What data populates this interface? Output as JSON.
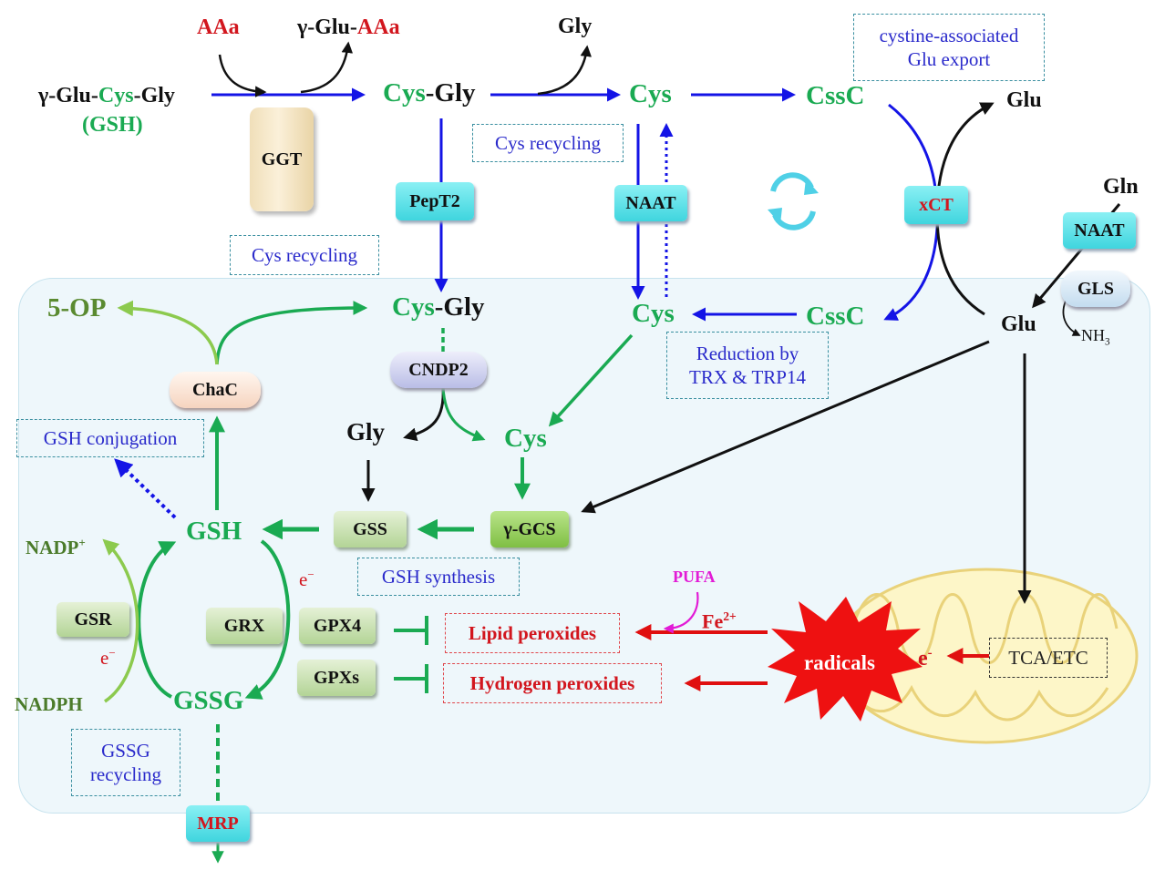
{
  "extracellular": {
    "aaa": "AAa",
    "gamma_glu_prefix": "γ-Glu-",
    "gamma_glu_aaa_suffix": "AAa",
    "gsh_formula": {
      "p1": "γ-Glu-",
      "p2": "Cys",
      "p3": "-Gly"
    },
    "gsh_label": "(GSH)",
    "gly_top": "Gly",
    "cysgly": {
      "cys": "Cys",
      "gly": "-Gly"
    },
    "cys": "Cys",
    "cssc": "CssC",
    "glu": "Glu",
    "gln": "Gln"
  },
  "intracellular": {
    "five_op": "5-OP",
    "cysgly": {
      "cys": "Cys",
      "gly": "-Gly"
    },
    "cys_upper": "Cys",
    "cssc": "CssC",
    "glu": "Glu",
    "nh3": {
      "base": "NH",
      "sub": "3"
    },
    "gly": "Gly",
    "cys_lower": "Cys",
    "gsh": "GSH",
    "gssg": "GSSG",
    "nadp": {
      "base": "NADP",
      "sup": "+"
    },
    "nadph": "NADPH",
    "e_minus_1": {
      "base": "e",
      "sup": "−"
    },
    "e_minus_2": {
      "base": "e",
      "sup": "−"
    },
    "e_minus_3": {
      "base": "e",
      "sup": "-"
    },
    "pufa": "PUFA",
    "fe": {
      "base": "Fe",
      "sup": "2+"
    },
    "radicals": "radicals"
  },
  "enzymes": {
    "ggt": "GGT",
    "pept2": "PepT2",
    "naat_top": "NAAT",
    "xct": "xCT",
    "naat_right": "NAAT",
    "gls": "GLS",
    "chac": "ChaC",
    "cndp2": "CNDP2",
    "gss": "GSS",
    "gamma_gcs": "γ-GCS",
    "gsr": "GSR",
    "grx": "GRX",
    "gpx4": "GPX4",
    "gpxs": "GPXs",
    "mrp": "MRP"
  },
  "boxes": {
    "cystine_export": [
      "cystine-associated",
      "Glu export"
    ],
    "cys_recycling_1": "Cys recycling",
    "cys_recycling_2": "Cys recycling",
    "reduction": [
      "Reduction by",
      "TRX & TRP14"
    ],
    "gsh_conjugation": "GSH conjugation",
    "gsh_synthesis": "GSH synthesis",
    "gssg_recycling": [
      "GSSG",
      "recycling"
    ],
    "lipid_peroxides": "Lipid peroxides",
    "hydrogen_peroxides": "Hydrogen peroxides",
    "tca_etc": "TCA/ETC"
  },
  "colors": {
    "green": "#1aaa52",
    "blue": "#1414e6",
    "red": "#e01010",
    "black": "#111111",
    "cyan": "#3fd5de"
  }
}
